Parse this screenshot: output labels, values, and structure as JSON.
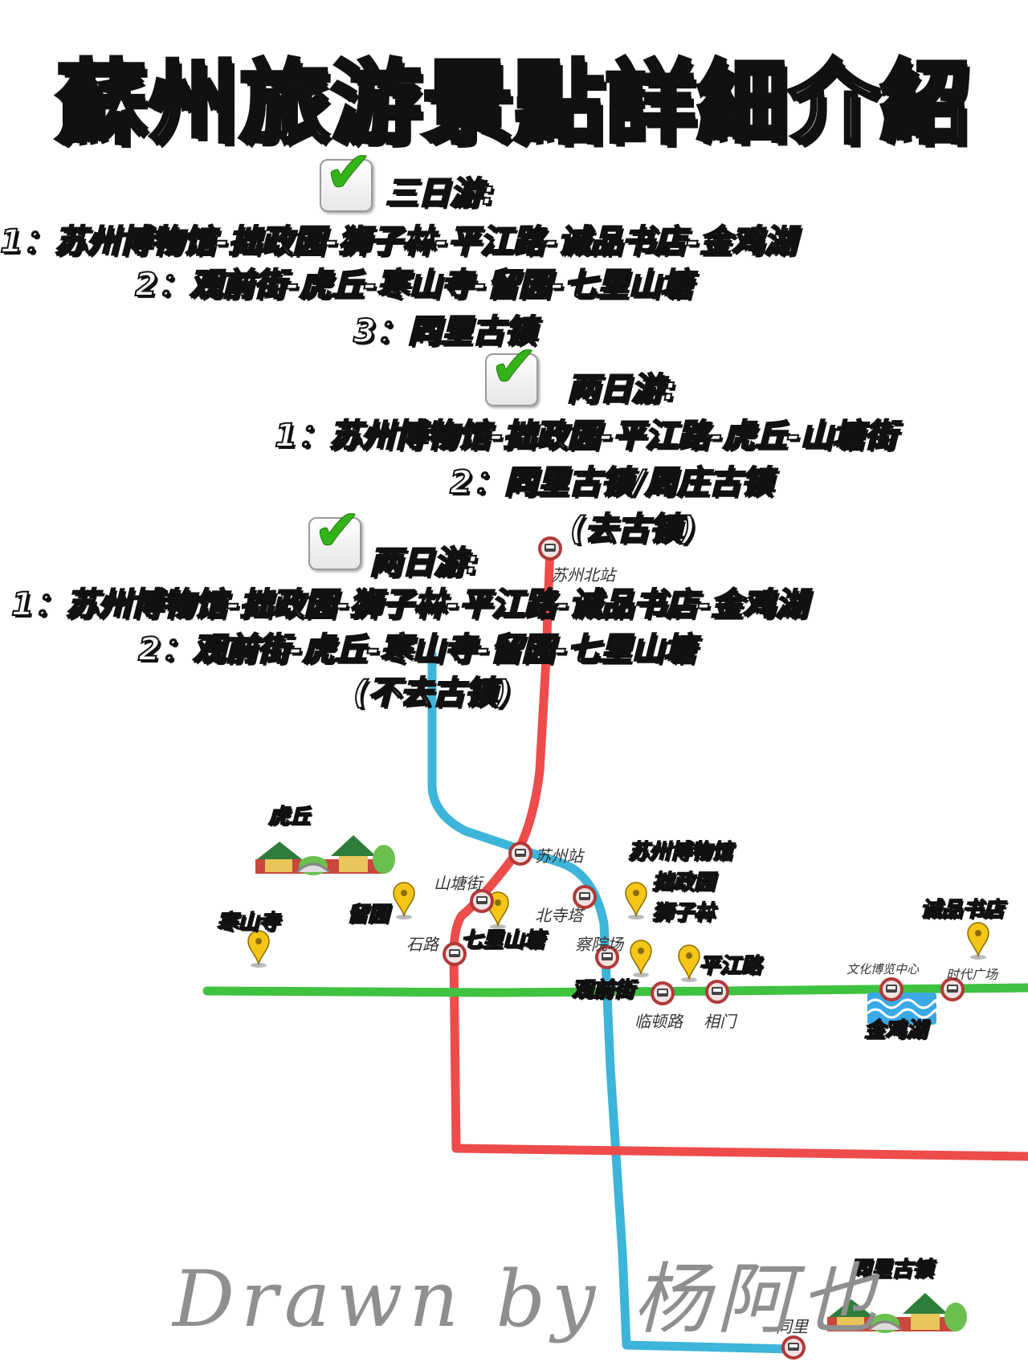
{
  "title": "蘇州旅游景點詳細介紹",
  "itineraries": [
    {
      "heading": "三日游:",
      "routes": [
        "1：苏州博物馆-拙政园-狮子林-平江路-诚品书店-金鸡湖",
        "2：观前街-虎丘-寒山寺-留园-七里山塘",
        "3：同里古镇"
      ]
    },
    {
      "heading": "两日游:",
      "routes": [
        "1：苏州博物馆-拙政园-平江路-虎丘-山塘街",
        "2：同里古镇/周庄古镇"
      ],
      "note": "(去古镇)"
    },
    {
      "heading": "两日游:",
      "routes": [
        "1：苏州博物馆-拙政园-狮子林-平江路-诚品书店-金鸡湖",
        "2：观前街-虎丘-寒山寺-留园-七里山塘"
      ],
      "note": "(不去古镇)"
    }
  ],
  "map": {
    "colors": {
      "line_red": "#ee4b4b",
      "line_blue": "#3db4d9",
      "line_green": "#3fc23f",
      "pin": "#f5c518",
      "station": "#b03a3a"
    },
    "attractions": {
      "huqiu": "虎丘",
      "hanshan": "寒山寺",
      "liuyuan": "留园",
      "qili": "七里山塘",
      "museum": "苏州博物馆",
      "zhuozheng": "拙政园",
      "shizilin": "狮子林",
      "pingjiang": "平江路",
      "guanqian": "观前街",
      "chengpin": "诚品书店",
      "jinji": "金鸡湖",
      "tongli_town": "同里古镇"
    },
    "stations": {
      "north": "苏州北站",
      "suzhou": "苏州站",
      "shantang": "山塘街",
      "beisi": "北寺塔",
      "shilu": "石路",
      "chayuan": "察院场",
      "linton": "临顿路",
      "xiangmen": "相门",
      "wenhua": "文化博览中心",
      "shidai": "时代广场",
      "tongli": "同里"
    },
    "signature": "Drawn by 杨阿也"
  }
}
